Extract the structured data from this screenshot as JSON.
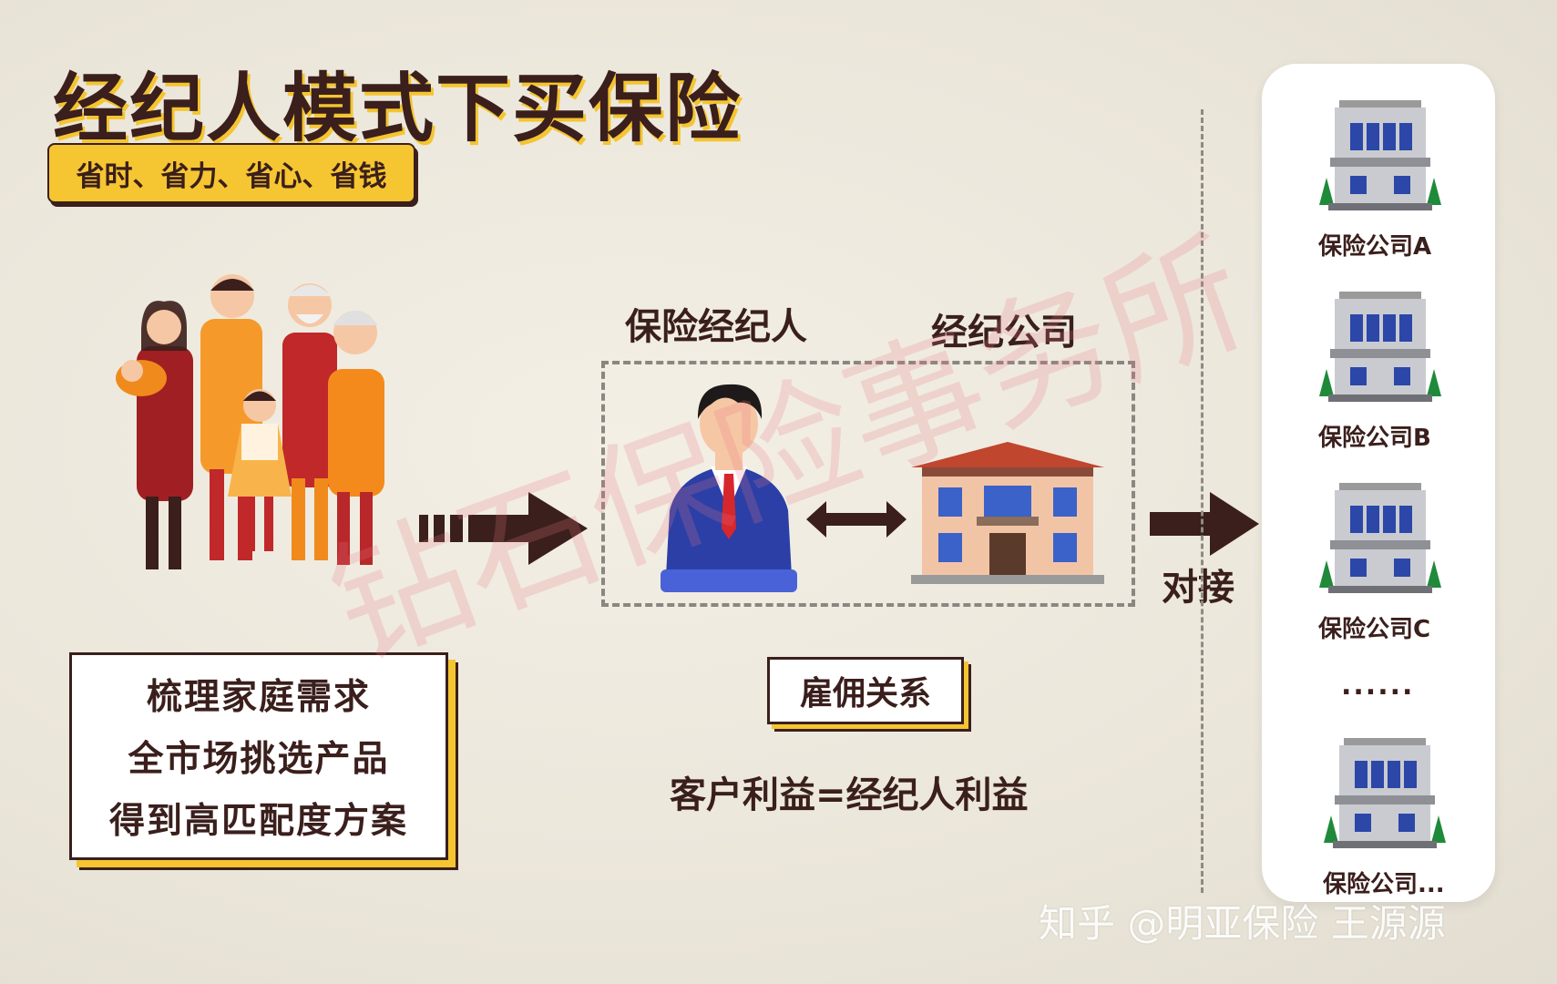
{
  "title": "经纪人模式下买保险",
  "subtitle": "省时、省力、省心、省钱",
  "needs": [
    "梳理家庭需求",
    "全市场挑选产品",
    "得到高匹配度方案"
  ],
  "broker_label": "保险经纪人",
  "company_label": "经纪公司",
  "employment_label": "雇佣关系",
  "equation": "客户利益=经纪人利益",
  "connect_label": "对接",
  "insurers": [
    "保险公司A",
    "保险公司B",
    "保险公司C",
    "保险公司..."
  ],
  "ellipsis": "......",
  "watermark": "钻石保险事务所",
  "credit": "知乎 @明亚保险 王源源",
  "colors": {
    "dark": "#3a1f1c",
    "accent": "#f4c531"
  }
}
